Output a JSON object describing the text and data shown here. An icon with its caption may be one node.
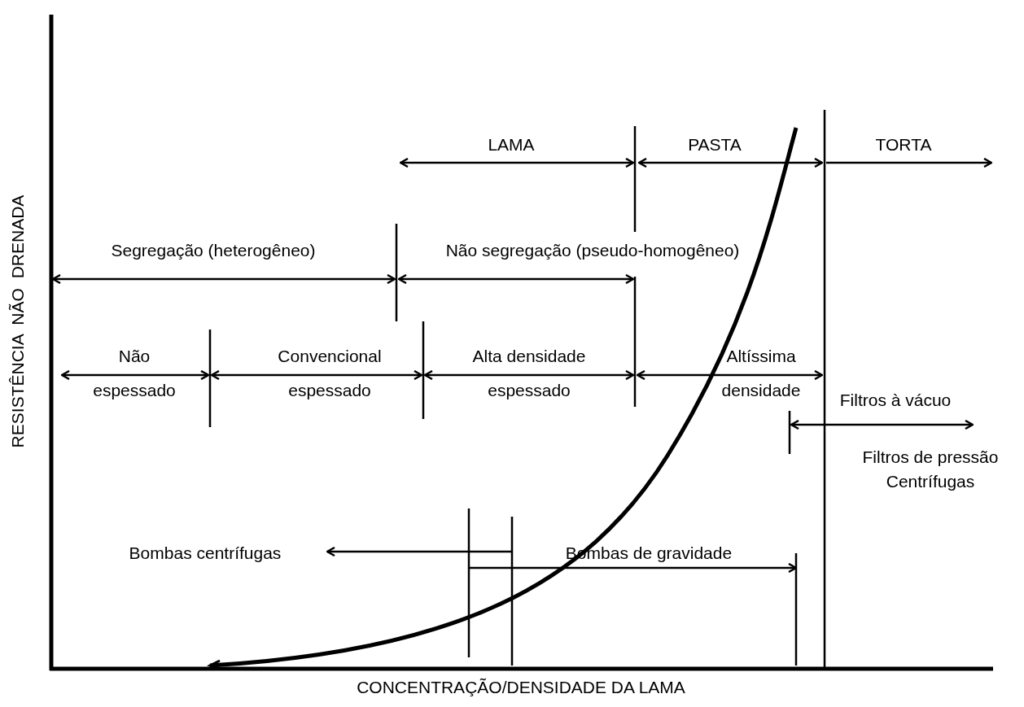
{
  "diagram": {
    "labels": [
      "RESISTÊNCIA NÃO DRENADA",
      "LAMA",
      "PASTA",
      "TORTA",
      "Segregação (heterogêneo)",
      "Não segregação (pseudo-homogêneo)",
      "Não espessado",
      "Convencional espessado",
      "Alta densidade espessado",
      "Altíssima densidade",
      "Filtros à vácuo",
      "Filtros de pressão Centrífugas",
      "Bombas centrífugas",
      "Bombas de gravidade",
      "CONCENTRAÇÃO/DENSIDADE DA LAMA"
    ]
  }
}
